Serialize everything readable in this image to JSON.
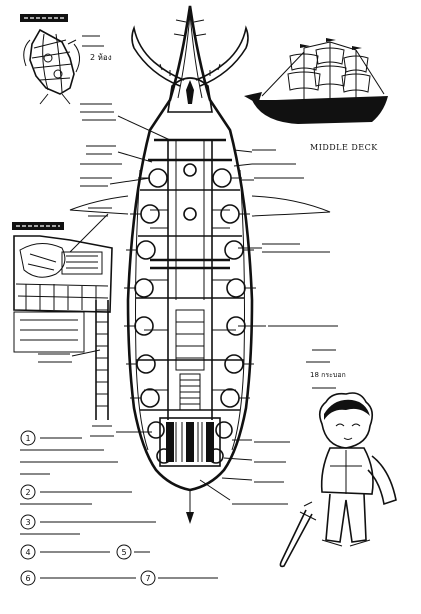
{
  "deck_label": "MIDDLE DECK",
  "inset_top_left": {
    "caption": "2 ห้อง"
  },
  "gun_note": {
    "count": "18 กระบอก"
  },
  "legend": {
    "items": [
      {
        "number": "1"
      },
      {
        "number": "2"
      },
      {
        "number": "3"
      },
      {
        "number": "4"
      },
      {
        "number": "5"
      },
      {
        "number": "6"
      },
      {
        "number": "7"
      }
    ]
  }
}
